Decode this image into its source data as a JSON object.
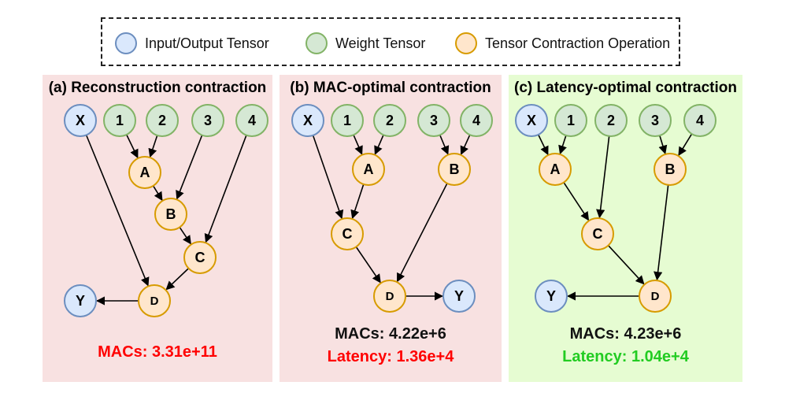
{
  "legend": {
    "items": [
      {
        "label": "Input/Output Tensor",
        "fill": "#dae8fc",
        "stroke": "#6c8ebf"
      },
      {
        "label": "Weight Tensor",
        "fill": "#d5e8d4",
        "stroke": "#82b366"
      },
      {
        "label": "Tensor Contraction Operation",
        "fill": "#ffe6cc",
        "stroke": "#d79b00"
      }
    ]
  },
  "colors": {
    "io_fill": "#dae8fc",
    "io_stroke": "#6c8ebf",
    "weight_fill": "#d5e8d4",
    "weight_stroke": "#82b366",
    "op_fill": "#ffe6cc",
    "op_stroke": "#d79b00",
    "panel_red_bg": "#f8e1e1",
    "panel_green_bg": "#e6fcd2",
    "metric_black": "#111111",
    "metric_red": "#ff0000",
    "metric_green": "#22cc22"
  },
  "panels": [
    {
      "title": "(a) Reconstruction contraction",
      "background": "red",
      "metrics": [
        {
          "text": "MACs: 3.31e+11",
          "color": "red"
        }
      ],
      "nodes": [
        {
          "id": "X",
          "label": "X",
          "kind": "io"
        },
        {
          "id": "1",
          "label": "1",
          "kind": "weight"
        },
        {
          "id": "2",
          "label": "2",
          "kind": "weight"
        },
        {
          "id": "3",
          "label": "3",
          "kind": "weight"
        },
        {
          "id": "4",
          "label": "4",
          "kind": "weight"
        },
        {
          "id": "A",
          "label": "A",
          "kind": "op"
        },
        {
          "id": "B",
          "label": "B",
          "kind": "op"
        },
        {
          "id": "C",
          "label": "C",
          "kind": "op"
        },
        {
          "id": "D",
          "label": "D",
          "kind": "op"
        },
        {
          "id": "Y",
          "label": "Y",
          "kind": "io"
        }
      ],
      "edges": [
        [
          "1",
          "A"
        ],
        [
          "2",
          "A"
        ],
        [
          "A",
          "B"
        ],
        [
          "3",
          "B"
        ],
        [
          "B",
          "C"
        ],
        [
          "4",
          "C"
        ],
        [
          "X",
          "D"
        ],
        [
          "C",
          "D"
        ],
        [
          "D",
          "Y"
        ]
      ]
    },
    {
      "title": "(b) MAC-optimal contraction",
      "background": "red",
      "metrics": [
        {
          "text": "MACs: 4.22e+6",
          "color": "black"
        },
        {
          "text": "Latency: 1.36e+4",
          "color": "red"
        }
      ],
      "nodes": [
        {
          "id": "X",
          "label": "X",
          "kind": "io"
        },
        {
          "id": "1",
          "label": "1",
          "kind": "weight"
        },
        {
          "id": "2",
          "label": "2",
          "kind": "weight"
        },
        {
          "id": "3",
          "label": "3",
          "kind": "weight"
        },
        {
          "id": "4",
          "label": "4",
          "kind": "weight"
        },
        {
          "id": "A",
          "label": "A",
          "kind": "op"
        },
        {
          "id": "B",
          "label": "B",
          "kind": "op"
        },
        {
          "id": "C",
          "label": "C",
          "kind": "op"
        },
        {
          "id": "D",
          "label": "D",
          "kind": "op"
        },
        {
          "id": "Y",
          "label": "Y",
          "kind": "io"
        }
      ],
      "edges": [
        [
          "1",
          "A"
        ],
        [
          "2",
          "A"
        ],
        [
          "3",
          "B"
        ],
        [
          "4",
          "B"
        ],
        [
          "X",
          "C"
        ],
        [
          "A",
          "C"
        ],
        [
          "C",
          "D"
        ],
        [
          "B",
          "D"
        ],
        [
          "D",
          "Y"
        ]
      ]
    },
    {
      "title": "(c) Latency-optimal contraction",
      "background": "green",
      "metrics": [
        {
          "text": "MACs: 4.23e+6",
          "color": "black"
        },
        {
          "text": "Latency: 1.04e+4",
          "color": "green"
        }
      ],
      "nodes": [
        {
          "id": "X",
          "label": "X",
          "kind": "io"
        },
        {
          "id": "1",
          "label": "1",
          "kind": "weight"
        },
        {
          "id": "2",
          "label": "2",
          "kind": "weight"
        },
        {
          "id": "3",
          "label": "3",
          "kind": "weight"
        },
        {
          "id": "4",
          "label": "4",
          "kind": "weight"
        },
        {
          "id": "A",
          "label": "A",
          "kind": "op"
        },
        {
          "id": "B",
          "label": "B",
          "kind": "op"
        },
        {
          "id": "C",
          "label": "C",
          "kind": "op"
        },
        {
          "id": "D",
          "label": "D",
          "kind": "op"
        },
        {
          "id": "Y",
          "label": "Y",
          "kind": "io"
        }
      ],
      "edges": [
        [
          "X",
          "A"
        ],
        [
          "1",
          "A"
        ],
        [
          "3",
          "B"
        ],
        [
          "4",
          "B"
        ],
        [
          "A",
          "C"
        ],
        [
          "2",
          "C"
        ],
        [
          "C",
          "D"
        ],
        [
          "B",
          "D"
        ],
        [
          "D",
          "Y"
        ]
      ]
    }
  ]
}
